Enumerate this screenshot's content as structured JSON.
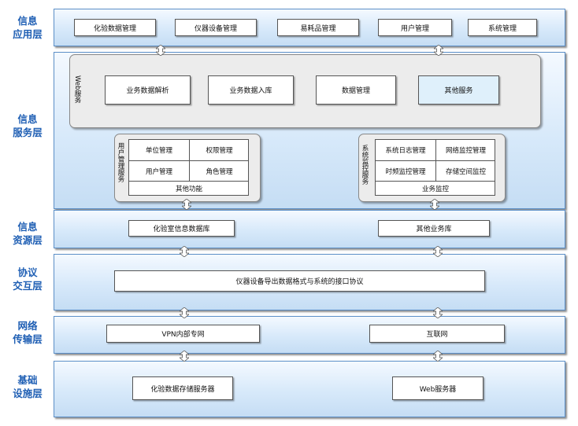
{
  "layers": {
    "app": "信息\n应用层",
    "service": "信息\n服务层",
    "resource": "信息\n资源层",
    "protocol": "协议\n交互层",
    "network": "网络\n传输层",
    "base": "基础\n设施层"
  },
  "app_layer": {
    "items": [
      "化验数据管理",
      "仪器设备管理",
      "易耗品管理",
      "用户管理",
      "系统管理"
    ]
  },
  "service_layer": {
    "web_label": "Web服务",
    "web_items": [
      "业务数据解析",
      "业务数据入库",
      "数据管理",
      "其他服务"
    ],
    "user_panel": {
      "label": "用户管理服务",
      "cells": [
        "单位管理",
        "权限管理",
        "用户管理",
        "角色管理"
      ],
      "footer": "其他功能"
    },
    "monitor_panel": {
      "label": "系统监控服务",
      "cells": [
        "系统日志管理",
        "网络监控管理",
        "时频监控管理",
        "存储空间监控"
      ],
      "footer": "业务监控"
    }
  },
  "resource_layer": {
    "items": [
      "化验室信息数据库",
      "其他业务库"
    ]
  },
  "protocol_layer": {
    "item": "仪器设备导出数据格式与系统的接口协议"
  },
  "network_layer": {
    "items": [
      "VPN内部专网",
      "互联网"
    ]
  },
  "base_layer": {
    "items": [
      "化验数据存储服务器",
      "Web服务器"
    ]
  },
  "colors": {
    "label": "#1f5fb4",
    "band_border": "#5c8fc7",
    "highlight": "#dff0fb"
  }
}
